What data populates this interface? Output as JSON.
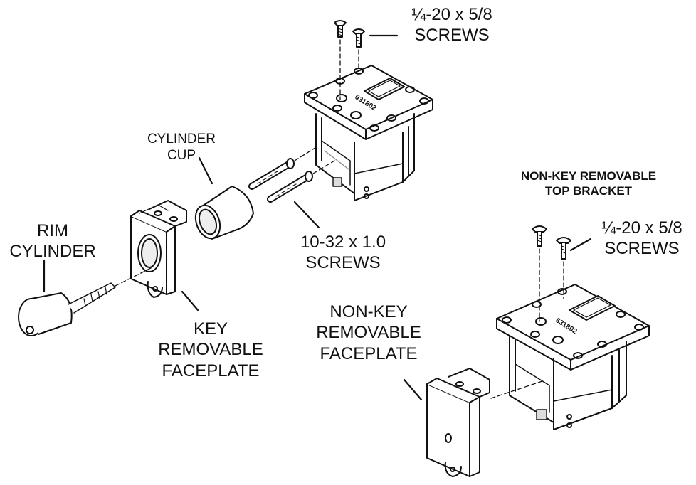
{
  "labels": {
    "top_screws": [
      "¼-20 x 5/8",
      "SCREWS"
    ],
    "cylinder_cup": [
      "CYLINDER",
      "CUP"
    ],
    "rim_cylinder": [
      "RIM",
      "CYLINDER"
    ],
    "ten_32_screws": [
      "10-32 x 1.0",
      "SCREWS"
    ],
    "key_faceplate": [
      "KEY",
      "REMOVABLE",
      "FACEPLATE"
    ],
    "nonkey_bracket_header": [
      "NON-KEY REMOVABLE",
      "TOP BRACKET"
    ],
    "right_screws": [
      "¼-20 x 5/8",
      "SCREWS"
    ],
    "nonkey_faceplate": [
      "NON-KEY",
      "REMOVABLE",
      "FACEPLATE"
    ]
  },
  "part_marking": "631802",
  "colors": {
    "line": "#111111",
    "fill": "#ffffff",
    "shade": "#d9d9d9"
  }
}
